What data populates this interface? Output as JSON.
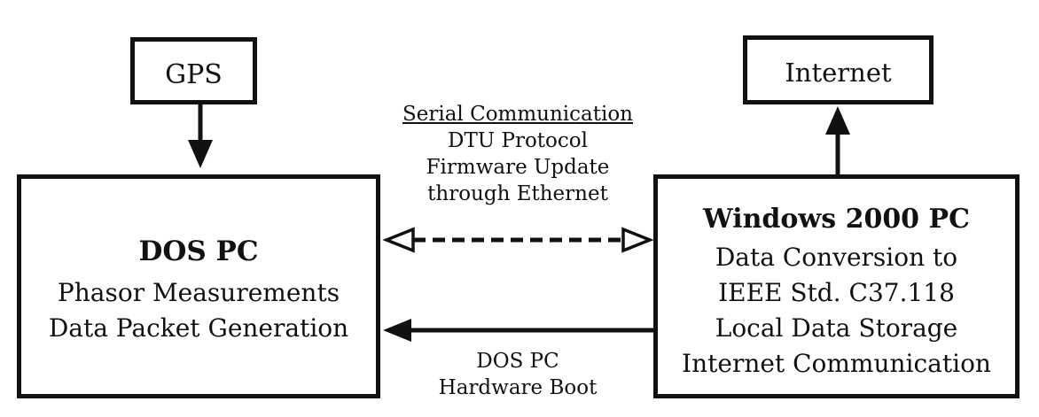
{
  "gps": {
    "label": "GPS"
  },
  "internet": {
    "label": "Internet"
  },
  "dos_pc": {
    "title": "DOS PC",
    "lines": [
      "Phasor Measurements",
      "Data Packet Generation"
    ]
  },
  "windows_pc": {
    "title": "Windows 2000 PC",
    "lines": [
      "Data Conversion to",
      "IEEE Std. C37.118",
      "Local Data Storage",
      "Internet Communication"
    ]
  },
  "serial_link": {
    "heading": "Serial Communication",
    "lines": [
      "DTU Protocol",
      "Firmware Update",
      "through Ethernet"
    ]
  },
  "boot_link": {
    "lines": [
      "DOS PC",
      "Hardware Boot"
    ]
  }
}
